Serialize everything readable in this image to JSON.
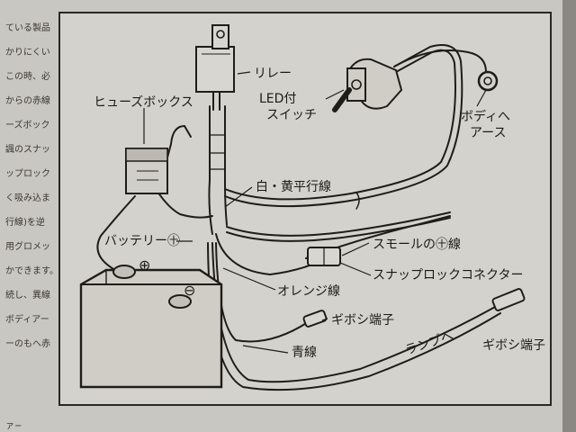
{
  "left_column_text": [
    "ている製品",
    "かりにくい",
    "この時、必",
    "からの赤線",
    "ーズボック",
    "諷のスナッ",
    "ップロック",
    "く吸み込ま",
    "行線)を逆",
    "用グロメッ",
    "かできます。",
    "続し、異線",
    "ボディアー",
    "ーのもへ赤"
  ],
  "labels": {
    "relay": "リレー",
    "fuse_box": "ヒューズボックス",
    "led_switch_line1": "LED付",
    "led_switch_line2": "スイッチ",
    "body_earth_line1": "ボディへ",
    "body_earth_line2": "アース",
    "white_yellow": "白・黄平行線",
    "small_plus": "スモールの㊉線",
    "battery_plus": "バッテリー㊉",
    "snap_connector": "スナップロックコネクター",
    "orange": "オレンジ線",
    "gibosi1": "ギボシ端子",
    "blue": "青線",
    "lamp": "ランプへ",
    "gibosi2": "ギボシ端子"
  },
  "battery_terminals": {
    "plus": "⊕",
    "minus": "⊖"
  },
  "bottom_corner_text": "ァ−"
}
